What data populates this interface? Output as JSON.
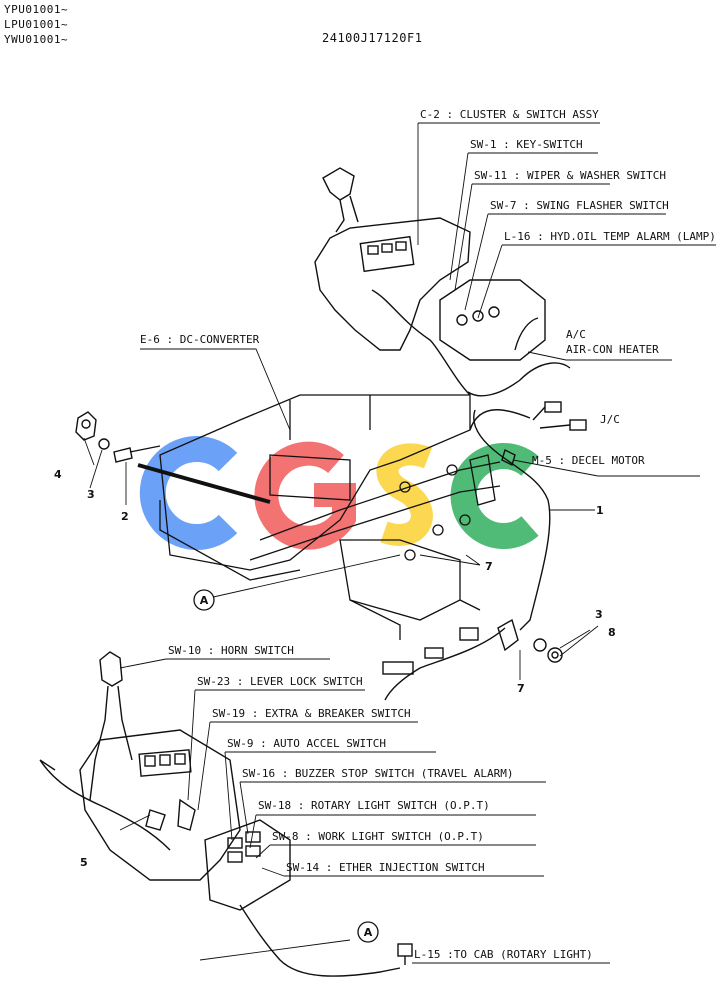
{
  "header": {
    "models": [
      "YPU01001~",
      "LPU01001~",
      "YWU01001~"
    ],
    "part_code": "24100J17120F1"
  },
  "labels": {
    "c2": "C-2 : CLUSTER & SWITCH ASSY",
    "sw1": "SW-1 : KEY-SWITCH",
    "sw11": "SW-11 : WIPER & WASHER SWITCH",
    "sw7": "SW-7 : SWING FLASHER SWITCH",
    "l16": "L-16 : HYD.OIL TEMP ALARM (LAMP)",
    "ac_short": "A/C",
    "ac_long": "AIR-CON HEATER",
    "e6": "E-6 : DC-CONVERTER",
    "jc": "J/C",
    "m5": "M-5 : DECEL MOTOR",
    "sw10": "SW-10 : HORN SWITCH",
    "sw23": "SW-23 : LEVER LOCK SWITCH",
    "sw19": "SW-19 : EXTRA & BREAKER SWITCH",
    "sw9": "SW-9 : AUTO ACCEL SWITCH",
    "sw16": "SW-16 : BUZZER STOP SWITCH (TRAVEL ALARM)",
    "sw18": "SW-18 : ROTARY LIGHT SWITCH (O.P.T)",
    "sw8": "SW-8 : WORK LIGHT SWITCH (O.P.T)",
    "sw14": "SW-14 : ETHER INJECTION SWITCH",
    "l15": "L-15 :TO CAB (ROTARY LIGHT)"
  },
  "callouts": {
    "n1": "1",
    "n2": "2",
    "n3a": "3",
    "n3b": "3",
    "n4": "4",
    "n5": "5",
    "n7a": "7",
    "n7b": "7",
    "n8": "8",
    "ref_a1": "A",
    "ref_a2": "A"
  },
  "watermark": {
    "text": "CGSC",
    "colors": [
      "#3b82f6",
      "#ef4444",
      "#facc15",
      "#16a34a"
    ]
  }
}
